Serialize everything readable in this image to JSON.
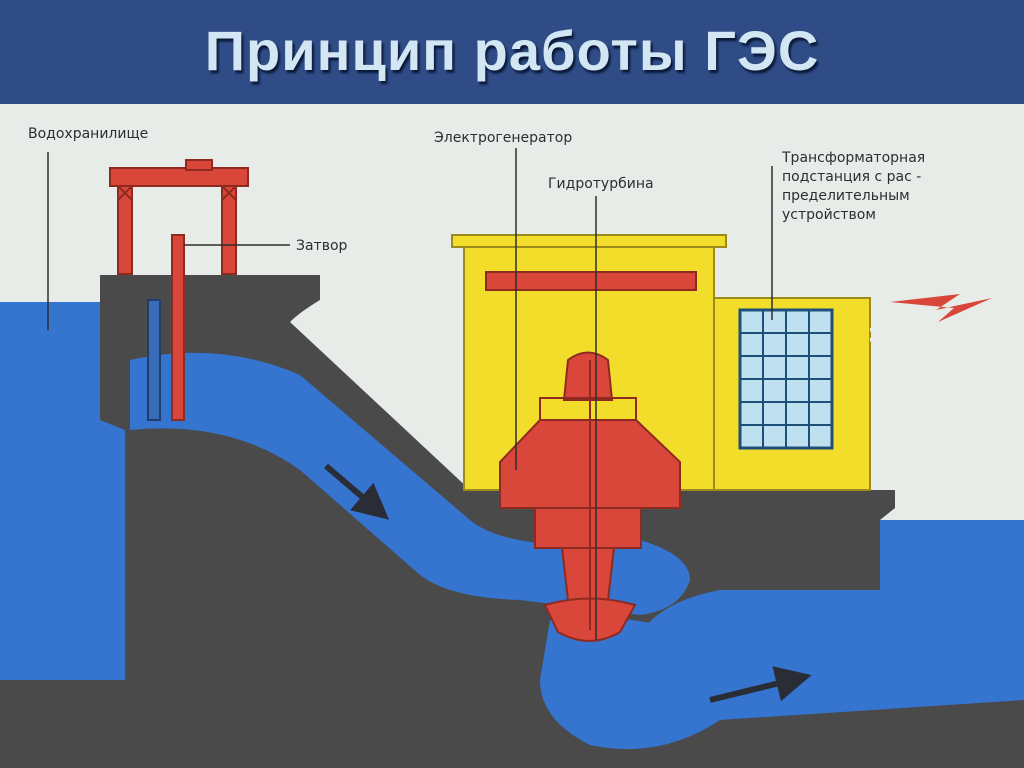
{
  "title": "Принцип работы ГЭС",
  "labels": {
    "reservoir": "Водохранилище",
    "gate": "Затвор",
    "generator": "Электрогенератор",
    "turbine": "Гидротурбина",
    "substation": [
      "Трансформаторная",
      "подстанция с рас -",
      "пределительным",
      "устройством"
    ]
  },
  "colors": {
    "title_bar": "#2f4c86",
    "title_text": "#d3e6f3",
    "sky": "#e8ece9",
    "water": "#3574cf",
    "ground": "#4a4a4a",
    "building": "#f2dd2a",
    "machinery": "#d9473a"
  }
}
